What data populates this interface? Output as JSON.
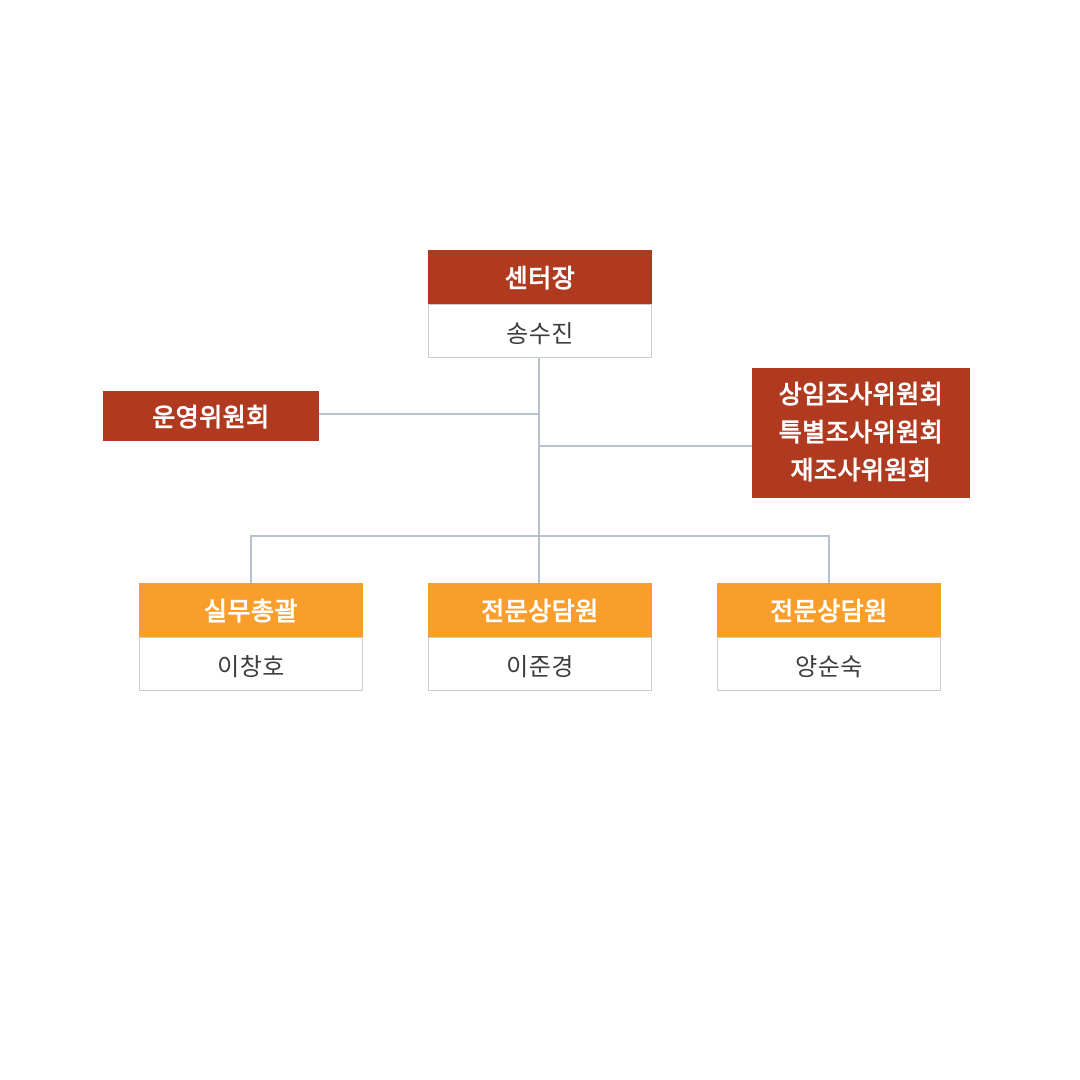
{
  "colors": {
    "header_red": "#b03a20",
    "header_orange": "#f99d2b",
    "connector_line": "#b5c1cc",
    "cell_border": "#c9cdd2",
    "name_text": "#3d3d3d",
    "header_text": "#ffffff"
  },
  "org": {
    "root": {
      "title": "센터장",
      "name": "송수진"
    },
    "steering": {
      "title": "운영위원회"
    },
    "committees": {
      "lines": [
        "상임조사위원회",
        "특별조사위원회",
        "재조사위원회"
      ]
    },
    "members": [
      {
        "title": "실무총괄",
        "name": "이창호"
      },
      {
        "title": "전문상담원",
        "name": "이준경"
      },
      {
        "title": "전문상담원",
        "name": "양순숙"
      }
    ]
  }
}
